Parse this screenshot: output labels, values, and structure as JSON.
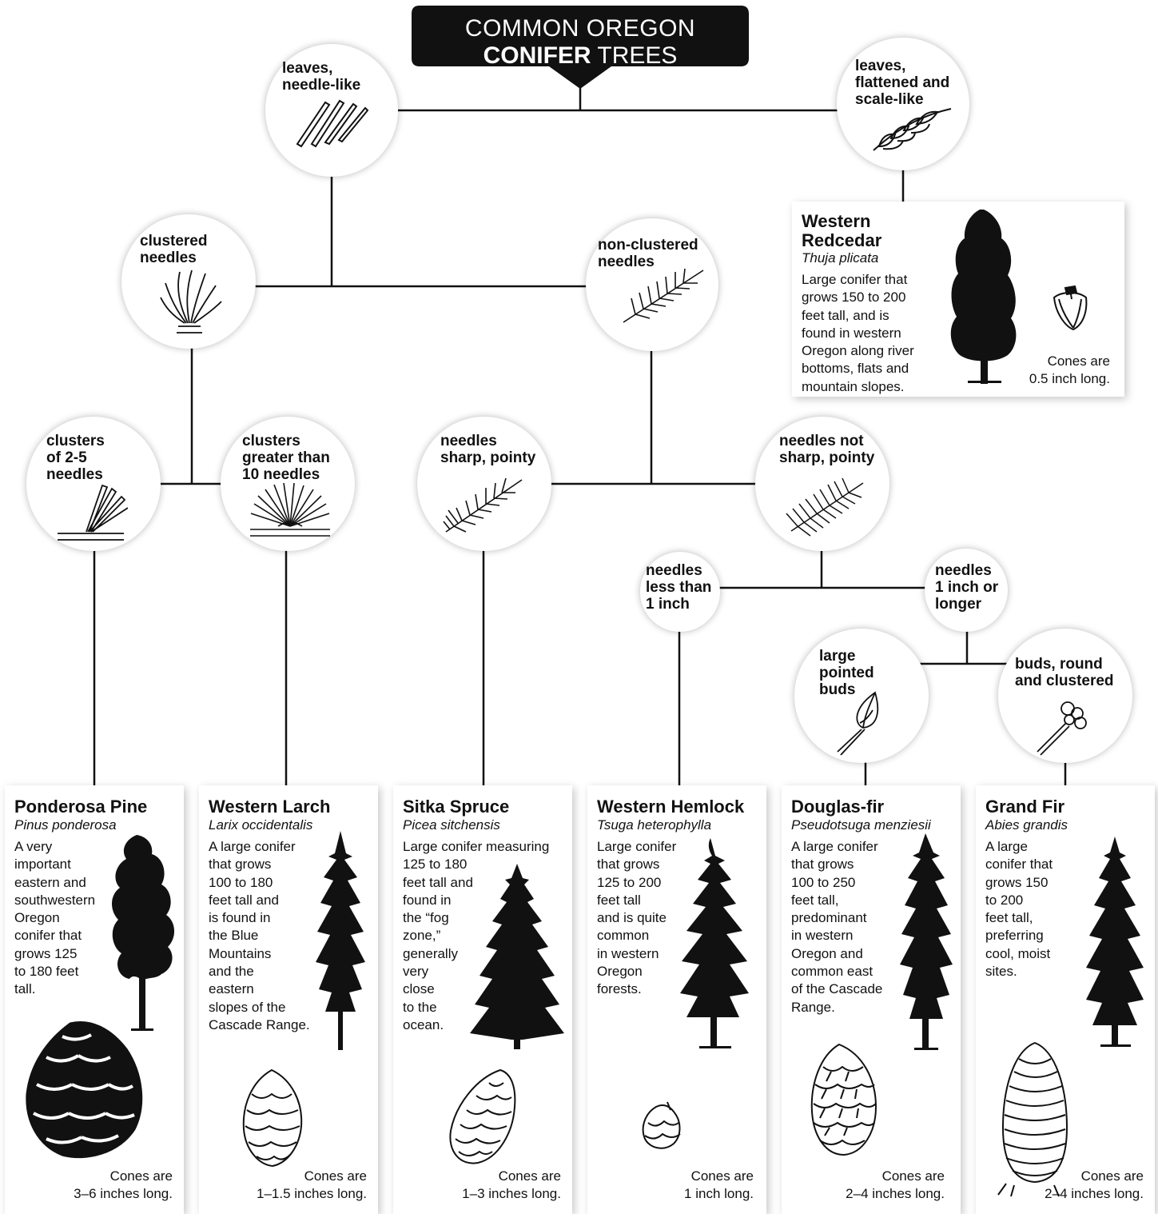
{
  "title": {
    "line1": "COMMON OREGON",
    "bold": "CONIFER",
    "rest": " TREES"
  },
  "nodes": {
    "needle_like": "leaves,\nneedle-like",
    "scale_like": "leaves,\nflattened and\nscale-like",
    "clustered": "clustered\nneedles",
    "non_clustered": "non-clustered\nneedles",
    "clusters_2_5": "clusters\nof 2-5\nneedles",
    "clusters_gt10": "clusters\ngreater than\n10 needles",
    "sharp": "needles\nsharp, pointy",
    "not_sharp": "needles not\nsharp, pointy",
    "lt_inch": "needles\nless than\n1 inch",
    "ge_inch": "needles\n1 inch or\nlonger",
    "pointed_buds": "large\npointed\nbuds",
    "round_buds": "buds, round\nand clustered"
  },
  "trees": {
    "redcedar": {
      "name": "Western\nRedcedar",
      "sci": "Thuja plicata",
      "desc": "Large conifer that\ngrows 150 to 200\nfeet tall, and is\nfound in western\nOregon along river\nbottoms, flats and\nmountain slopes.",
      "cone": "Cones are\n0.5 inch long."
    },
    "ponderosa": {
      "name": "Ponderosa Pine",
      "sci": "Pinus ponderosa",
      "desc": "A very\nimportant\neastern and\nsouthwestern\nOregon\nconifer that\ngrows 125\nto 180 feet\ntall.",
      "cone": "Cones are\n3–6 inches long."
    },
    "larch": {
      "name": "Western Larch",
      "sci": "Larix occidentalis",
      "desc": "A large conifer\nthat grows\n100 to 180\nfeet tall and\nis found in\nthe Blue\nMountains\nand the\neastern\nslopes of the\nCascade Range.",
      "cone": "Cones are\n1–1.5 inches long."
    },
    "spruce": {
      "name": "Sitka Spruce",
      "sci": "Picea sitchensis",
      "desc": "Large conifer measuring\n125 to 180\nfeet tall and\nfound in\nthe “fog\nzone,”\ngenerally\nvery\nclose\nto the\nocean.",
      "cone": "Cones are\n1–3 inches long."
    },
    "hemlock": {
      "name": "Western Hemlock",
      "sci": "Tsuga heterophylla",
      "desc": "Large conifer\nthat grows\n125 to 200\nfeet tall\nand is quite\ncommon\nin western\nOregon\nforests.",
      "cone": "Cones are\n1 inch long."
    },
    "douglas": {
      "name": "Douglas-fir",
      "sci": "Pseudotsuga menziesii",
      "desc": "A large conifer\nthat grows\n100 to 250\nfeet tall,\npredominant\nin western\nOregon and\ncommon east\nof the Cascade\nRange.",
      "cone": "Cones are\n2–4 inches long."
    },
    "grandfir": {
      "name": "Grand Fir",
      "sci": "Abies grandis",
      "desc": "A large\nconifer that\ngrows 150\nto 200\nfeet tall,\npreferring\ncool, moist\nsites.",
      "cone": "Cones are\n2–4 inches long."
    }
  }
}
